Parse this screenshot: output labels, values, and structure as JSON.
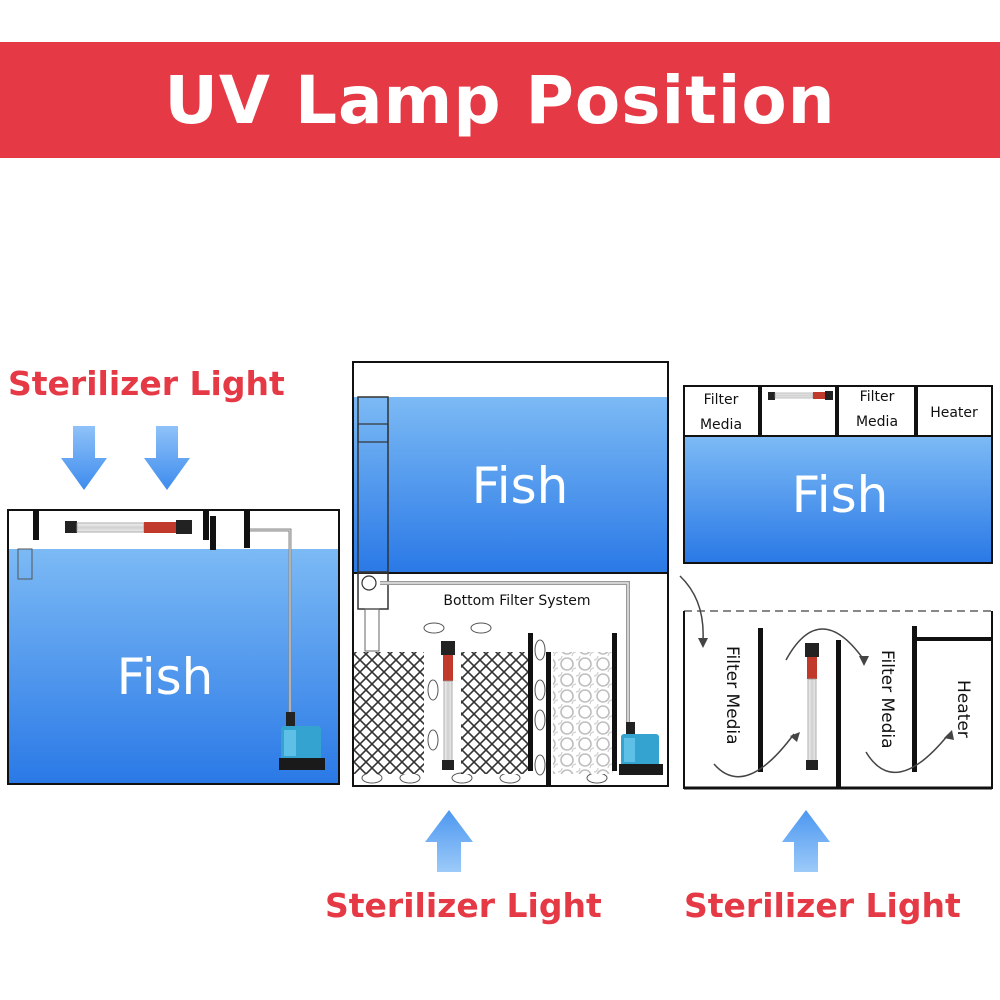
{
  "title": "UV Lamp Position",
  "colors": {
    "banner": "#e63946",
    "caption": "#e63946",
    "water_top": "#7cbaf5",
    "water_bottom": "#2a79e6",
    "arrow_top": "#4d97f0",
    "arrow_bottom": "#8fc2f8",
    "pump": "#35a3cf"
  },
  "captions": {
    "left": "Sterilizer Light",
    "middle": "Sterilizer Light",
    "right": "Sterilizer Light"
  },
  "left_tank": {
    "fish": "Fish"
  },
  "middle_tank": {
    "fish": "Fish",
    "filter_label": "Bottom Filter System"
  },
  "right_tank": {
    "fish": "Fish",
    "top_chambers": [
      "Filter Media",
      "Filter Media",
      "Heater"
    ],
    "sump_labels": [
      "Filter Media",
      "Filter Media",
      "Heater"
    ]
  },
  "icons": [
    "down-arrow-icon",
    "up-arrow-icon",
    "uv-lamp-icon",
    "submersible-pump-icon",
    "filter-media-icon"
  ]
}
